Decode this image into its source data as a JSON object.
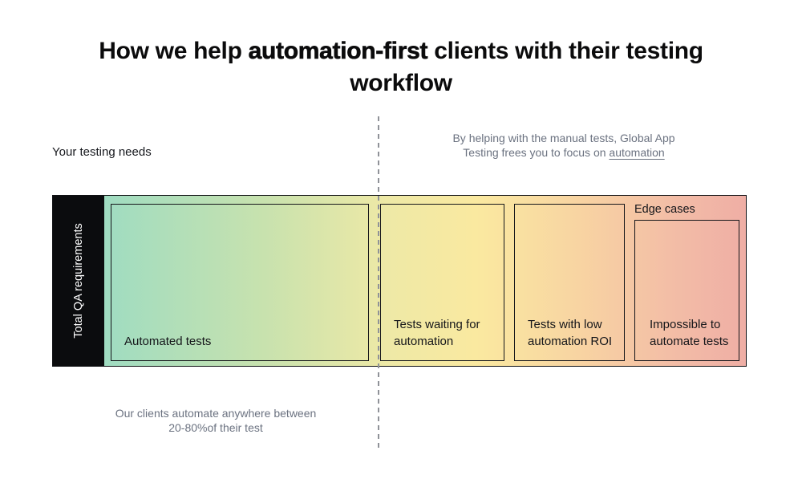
{
  "title": {
    "prefix": "How we help ",
    "em": "automation-first",
    "suffix": " clients with their testing workflow"
  },
  "left_label": "Your testing needs",
  "right_note": {
    "line1": "By helping with the manual tests, Global App",
    "line2_prefix": "Testing frees you to focus on ",
    "link_text": "automation"
  },
  "bar": {
    "axis_label_line1": "Total QA",
    "axis_label_line2": "requirements",
    "edge_cases_label": "Edge cases",
    "segments": [
      {
        "lines": [
          "Automated tests"
        ]
      },
      {
        "lines": [
          "Tests waiting for",
          "automation"
        ]
      },
      {
        "lines": [
          "Tests with low",
          "automation ROI"
        ]
      },
      {
        "lines": [
          "Impossible to",
          "automate tests"
        ]
      }
    ]
  },
  "bottom_note": {
    "line1": "Our clients automate anywhere between",
    "line2": "20-80%of their test"
  },
  "colors": {
    "gradient": [
      "#9fdcc1 0%",
      "#c8e2ae 25%",
      "#eee9a6 44%",
      "#fae9a0 58%",
      "#f8d4a2 74%",
      "#f3bea6 88%",
      "#efaea5 100%"
    ],
    "bar_black": "#0b0c0e",
    "gray_text": "#6b7280",
    "dashed_line": "#8f9298",
    "box_border": "#15161a"
  }
}
